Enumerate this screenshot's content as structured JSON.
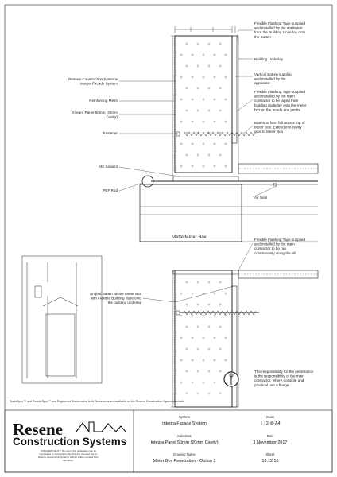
{
  "labels": {
    "flashing_top": [
      "Flexible Flashing Tape supplied",
      "and installed by the applicator",
      "from the Building Underlay onto",
      "the Batten"
    ],
    "building_underlay": [
      "Building Underlay"
    ],
    "resene_system": [
      "Resene Construction Systems",
      "Integra Facade System"
    ],
    "vertical_batten": [
      "Vertical Batten supplied",
      "and installed by the",
      "applicator"
    ],
    "reinforcing_mesh": [
      "Reinforcing Mesh"
    ],
    "flashing_main": [
      "Flexible Flashing Tape supplied",
      "and installed by the main",
      "contractor to be taped from",
      "building underlay onto the meter",
      "box on the heads and jambs"
    ],
    "integra_panel": [
      "Integra Panel 50mm (20mm",
      "Cavity)"
    ],
    "batten_fall": [
      "Batten to form fall across top of",
      "Meter Box. Extend into cavity",
      "next to Meter Box"
    ],
    "fastener": [
      "Fastener"
    ],
    "ms_sealant": [
      "MS Sealant"
    ],
    "pef_rod": [
      "PEF Rod"
    ],
    "air_seal": [
      "Air Seal"
    ],
    "meter_box": [
      "Metal Meter Box"
    ],
    "flashing_sill": [
      "Flexible Flashing Tape supplied",
      "and installed by the main",
      "contractor to be run",
      "continuously along the sill"
    ],
    "angled_batten": [
      "Angled Batten above Meter Box",
      "with Flexible Building Tape onto",
      "the building underlay"
    ],
    "responsibility": [
      "The responsibility for the penetration",
      "is the responsibility of the main",
      "contractor, where possible and",
      "practical use a flange."
    ]
  },
  "trademark_note": "TradeSpec™ and RenderSpec™ are Registered Trademarks, both Documents are available on the Resene Construction Systems website",
  "title_block": {
    "brand_line1": "Resene",
    "brand_line2": "Construction Systems",
    "confidentiality": [
      "CONFIDENTIALITY: No part of this publication may be",
      "reproduced or transmitted other than the intended use by",
      "Resene Construction Systems without written consent from",
      "the author."
    ],
    "system_label": "System",
    "system_value": "Integra Facade System",
    "substrate_label": "Substrate",
    "substrate_value": "Integra Panel 50mm (20mm Cavity)",
    "drawing_name_label": "Drawing Name",
    "drawing_name_value": "Meter Box Penetration - Option 1",
    "scale_label": "Scale",
    "scale_value": "1 : 2 @ A4",
    "date_label": "Date",
    "date_value": "1 November 2017",
    "sheet_label": "Sheet",
    "sheet_value": "10.12.10"
  },
  "colors": {
    "line": "#222222",
    "hatch": "#555555",
    "light": "#888888"
  },
  "icons": [
    "prohibition-wrench-icon",
    "house-silhouette-icon"
  ]
}
